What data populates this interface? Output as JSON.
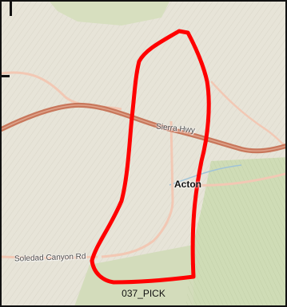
{
  "map": {
    "roads": {
      "highway_label": "Sierra Hwy",
      "canyon_road_label": "Soledad Canyon Rd"
    },
    "places": {
      "town_label": "Acton"
    },
    "boundary": {
      "label": "037_PICK",
      "color": "#ff0000"
    },
    "colors": {
      "terrain_base": "#e7e4d8",
      "vegetation": "#cfdcb6",
      "highway": "#c8775b",
      "minor_road": "#f2c8b4",
      "water": "#9fc3d8"
    }
  }
}
